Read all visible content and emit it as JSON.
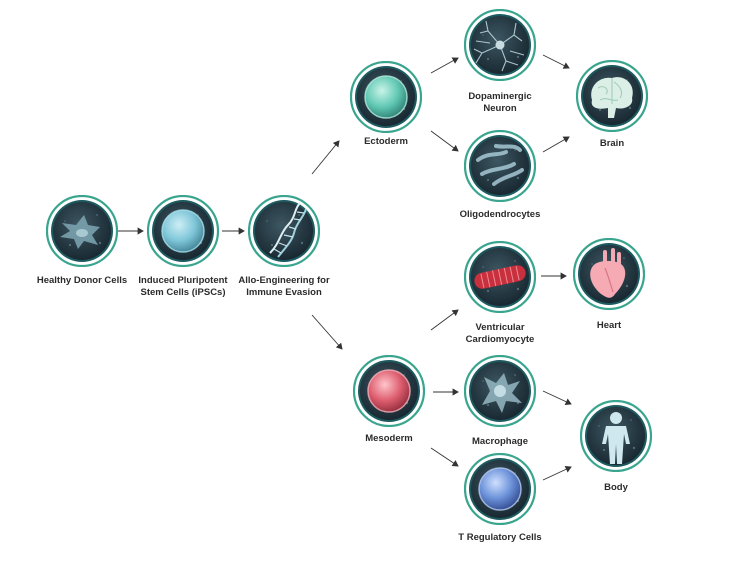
{
  "nodes": {
    "healthy_donor_cells": "Healthy Donor Cells",
    "ipscs_line1": "Induced Pluripotent",
    "ipscs_line2": "Stem Cells (iPSCs)",
    "allo_line1": "Allo-Engineering for",
    "allo_line2": "Immune Evasion",
    "ectoderm": "Ectoderm",
    "mesoderm": "Mesoderm",
    "dopaminergic_line1": "Dopaminergic",
    "dopaminergic_line2": "Neuron",
    "oligodendrocytes": "Oligodendrocytes",
    "ventricular_line1": "Ventricular",
    "ventricular_line2": "Cardiomyocyte",
    "macrophage": "Macrophage",
    "t_regulatory": "T Regulatory Cells",
    "brain": "Brain",
    "heart": "Heart",
    "body": "Body"
  },
  "colors": {
    "ring_outer": "#3aa58f",
    "ring_inner": "#1c5a60",
    "disc_dark": "#1b2c36",
    "disc_light": "#3d5762",
    "arrow": "#333333",
    "ipsc_cell": "#8ed2e4",
    "ectoderm_cell": "#6fd3c0",
    "mesoderm_cell": "#e06a7a",
    "treg_cell": "#6e95dc",
    "muscle": "#c8303e"
  },
  "icons": {
    "healthy_donor_cells": "fibroblast-icon",
    "ipscs": "stem-cell-icon",
    "allo": "dna-helix-icon",
    "ectoderm": "ectoderm-cell-icon",
    "mesoderm": "mesoderm-cell-icon",
    "dopaminergic": "neuron-icon",
    "oligodendrocytes": "oligodendrocyte-icon",
    "ventricular": "cardiomyocyte-icon",
    "macrophage": "macrophage-icon",
    "t_regulatory": "t-cell-icon",
    "brain": "brain-icon",
    "heart": "heart-icon",
    "body": "human-body-icon"
  }
}
